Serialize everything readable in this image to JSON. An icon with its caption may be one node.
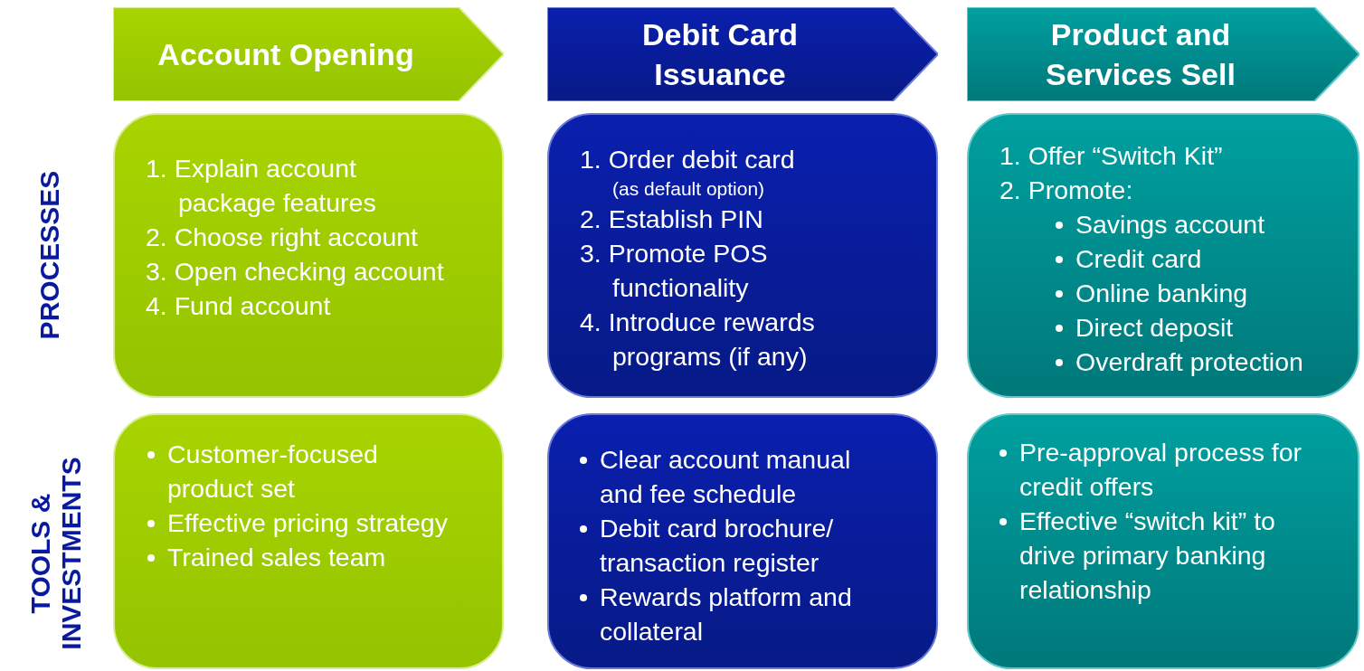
{
  "diagram": {
    "nodes": [
      {
        "text": [
          "Account Opening"
        ]
      },
      {
        "text": [
          "Debit Card Issuance"
        ]
      },
      {
        "text": [
          "Product and Services Sell"
        ]
      },
      {
        "text": [
          "1. Explain account package features",
          "2. Choose right account",
          "3. Open checking account",
          "4. Fund account"
        ]
      },
      {
        "text": [
          "1. Order debit card",
          "(as default option)",
          "2. Establish PIN",
          "3. Promote POS functionality",
          "4. Introduce rewards programs (if any)"
        ]
      },
      {
        "text": [
          "1. Offer “Switch Kit”",
          "2. Promote:",
          "Savings account",
          "Credit card",
          "Online banking",
          "Direct deposit",
          "Overdraft protection"
        ]
      },
      {
        "text": [
          "Customer-focused product set",
          "Effective pricing strategy",
          "Trained sales team"
        ]
      },
      {
        "text": [
          "Clear account manual and fee schedule",
          "Debit card brochure/ transaction register",
          "Rewards platform and collateral"
        ]
      },
      {
        "text": [
          "Pre-approval process for credit offers",
          "Effective “switch kit” to drive primary banking relationship"
        ]
      }
    ],
    "labels": [
      "PROCESSES",
      "TOOLS & INVESTMENTS"
    ]
  }
}
